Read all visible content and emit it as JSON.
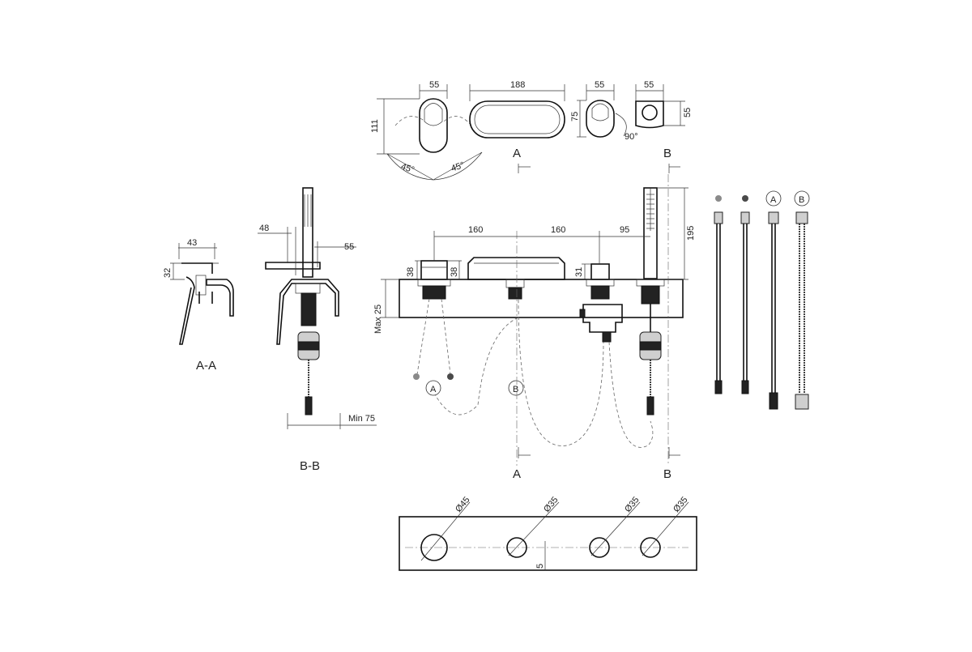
{
  "dimensions": {
    "top_spout_width": "55",
    "top_spout_height": "111",
    "angle_left": "45°",
    "angle_right": "45°",
    "top_cascade_width": "188",
    "top_handle_width": "55",
    "top_handle_height": "75",
    "angle_rotation": "90°",
    "top_shower_width": "55",
    "top_shower_height": "55",
    "aa_width": "43",
    "aa_height": "32",
    "bb_offset": "48",
    "bb_width": "55",
    "bb_min": "Min 75",
    "front_spacing_1": "160",
    "front_spacing_2": "160",
    "front_spacing_3": "95",
    "front_height_1": "38",
    "front_height_2": "38",
    "front_height_3": "31",
    "front_max": "Max 25",
    "front_shower_height": "195",
    "hole_1": "Ø45",
    "hole_2": "Ø35",
    "hole_3": "Ø35",
    "hole_4": "Ø35",
    "hole_offset": "5"
  },
  "labels": {
    "section_a_top": "A",
    "section_b_top": "B",
    "section_a_bottom": "A",
    "section_b_bottom": "B",
    "view_aa": "A-A",
    "view_bb": "B-B",
    "hose_a": "A",
    "hose_b": "B",
    "pipe_a": "A",
    "pipe_b": "B"
  },
  "colors": {
    "line": "#111111",
    "hot_dot": "#8a8a8a",
    "cold_dot": "#4a4a4a"
  }
}
